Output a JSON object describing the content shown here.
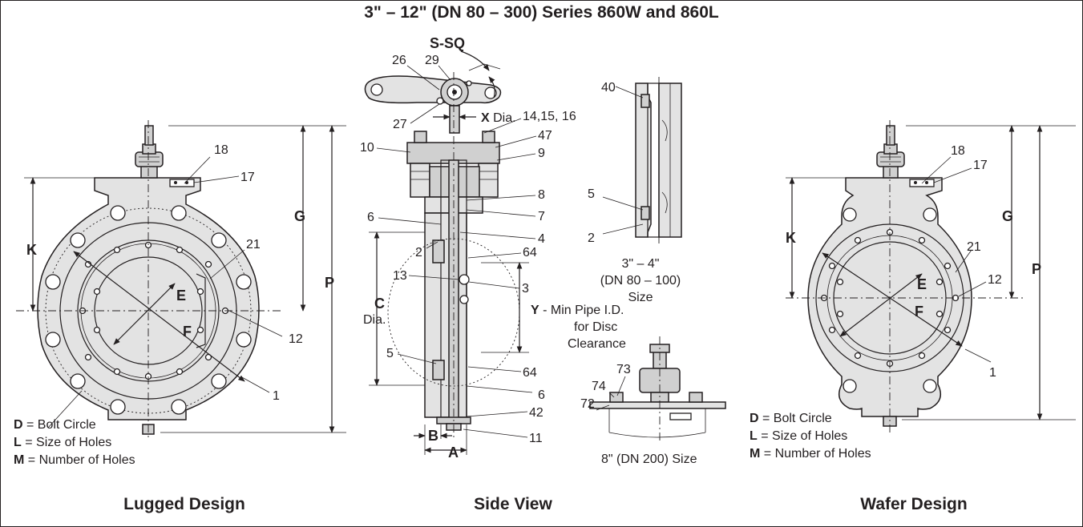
{
  "title": "3\" – 12\" (DN 80 – 300) Series 860W and 860L",
  "captions": {
    "lugged": "Lugged Design",
    "side": "Side View",
    "wafer": "Wafer Design"
  },
  "legend": {
    "d_key": "D",
    "d_text": " = Bolt Circle",
    "l_key": "L",
    "l_text": " = Size of Holes",
    "m_key": "M",
    "m_text": " = Number of Holes"
  },
  "lugged_labels": {
    "p18": "18",
    "p17": "17",
    "p21": "21",
    "p12": "12",
    "p1": "1",
    "K": "K",
    "G": "G",
    "P": "P",
    "E": "E",
    "F": "F"
  },
  "side_labels": {
    "ssq": "S-SQ",
    "p29": "29",
    "p26": "26",
    "p27": "27",
    "x_key": "X",
    "x_text": " Dia.",
    "p141516": "14,15, 16",
    "p47": "47",
    "p10": "10",
    "p9": "9",
    "p8": "8",
    "p7": "7",
    "p6a": "6",
    "p4": "4",
    "p2": "2",
    "p64a": "64",
    "p13": "13",
    "p3": "3",
    "C": "C",
    "C_dia": "Dia.",
    "y_key": "Y",
    "y_text": " -  Min Pipe I.D.",
    "y_text2": "for Disc",
    "y_text3": "Clearance",
    "p5": "5",
    "p64b": "64",
    "p6b": "6",
    "p42": "42",
    "p11": "11",
    "A": "A",
    "B": "B"
  },
  "small_labels": {
    "p40": "40",
    "p5": "5",
    "p2": "2",
    "size1": "3\" – 4\"",
    "size2": "(DN 80 – 100)",
    "size3": "Size",
    "p73": "73",
    "p74": "74",
    "p72": "72",
    "size8": "8\" (DN 200) Size"
  },
  "wafer_labels": {
    "p18": "18",
    "p17": "17",
    "p21": "21",
    "p12": "12",
    "p1": "1",
    "K": "K",
    "G": "G",
    "P": "P",
    "E": "E",
    "F": "F"
  }
}
